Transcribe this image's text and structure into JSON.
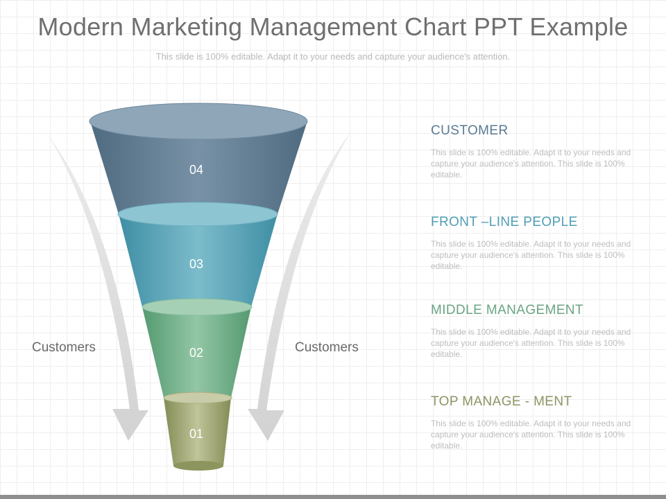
{
  "slide": {
    "title": "Modern Marketing Management Chart PPT Example",
    "subtitle": "This slide is 100% editable. Adapt it to your needs and capture your audience's attention."
  },
  "side_labels": {
    "left": "Customers",
    "right": "Customers"
  },
  "funnel": [
    {
      "number": "04",
      "color_top": "#8aa2b6",
      "color_bottom": "#56748a"
    },
    {
      "number": "03",
      "color_top": "#89c3d1",
      "color_bottom": "#4c98ad"
    },
    {
      "number": "02",
      "color_top": "#9ccbb0",
      "color_bottom": "#5fa27a"
    },
    {
      "number": "01",
      "color_top": "#c5c8a2",
      "color_bottom": "#8d9660"
    }
  ],
  "items": [
    {
      "title": "CUSTOMER",
      "color": "#5a7a92",
      "desc": "This slide is 100% editable. Adapt it to your needs and capture your audience's attention. This slide is 100% editable."
    },
    {
      "title": "FRONT –LINE PEOPLE",
      "color": "#4f9fb4",
      "desc": "This slide is 100% editable. Adapt it to your needs and capture your audience's attention. This slide is 100% editable."
    },
    {
      "title": "MIDDLE MANAGEMENT",
      "color": "#6aa483",
      "desc": "This slide is 100% editable. Adapt it to your needs and capture your audience's attention. This slide is 100% editable."
    },
    {
      "title": "TOP MANAGE  - MENT",
      "color": "#8d9462",
      "desc": "This slide is 100% editable. Adapt it to your needs and capture your audience's attention. This slide is 100% editable."
    }
  ]
}
